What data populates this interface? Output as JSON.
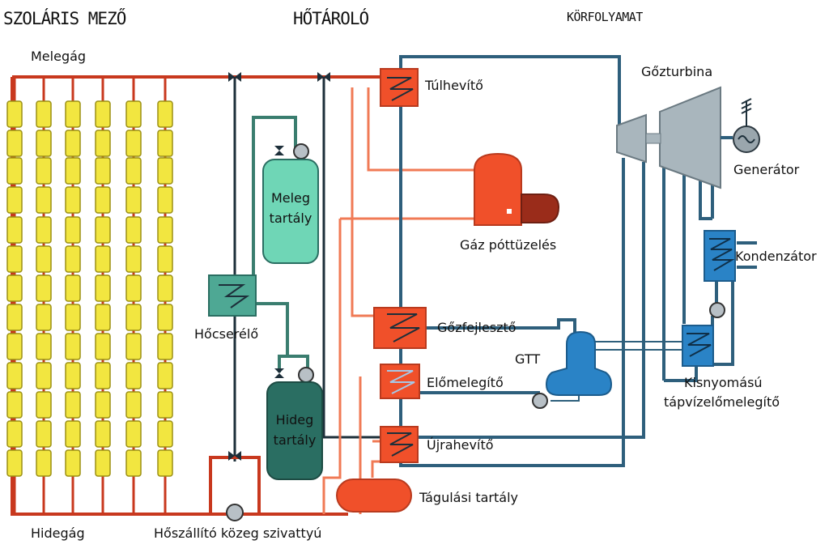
{
  "headers": {
    "solar_field": "SZOLÁRIS MEZŐ",
    "heat_storage": "HŐTÁROLÓ",
    "cycle": "KÖRFOLYAMAT"
  },
  "labels": {
    "hot_branch": "Melegág",
    "cold_branch": "Hidegág",
    "pump": "Hőszállító közeg szivattyú",
    "hot_tank_1": "Meleg",
    "hot_tank_2": "tartály",
    "cold_tank_1": "Hideg",
    "cold_tank_2": "tartály",
    "heat_exchanger": "Hőcserélő",
    "superheater": "Túlhevítő",
    "gas_burner": "Gáz póttüzelés",
    "steam_generator": "Gőzfejlesztő",
    "preheater": "Előmelegítő",
    "reheater": "Újrahevítő",
    "expansion_tank": "Tágulási tartály",
    "steam_turbine": "Gőzturbina",
    "generator": "Generátor",
    "condenser": "Kondenzátor",
    "gtt": "GTT",
    "lp_preheater_1": "Kisnyomású",
    "lp_preheater_2": "tápvízelőmelegítő"
  },
  "colors": {
    "hot_oil": "#c8381e",
    "warm_oil": "#f07a55",
    "steam_line": "#2e5f7c",
    "collector": "#f2e640",
    "component_red": "#f0502a",
    "tank_green": "#6fd6b6",
    "tank_dark": "#2a6e62",
    "blue_component": "#2a83c6"
  }
}
